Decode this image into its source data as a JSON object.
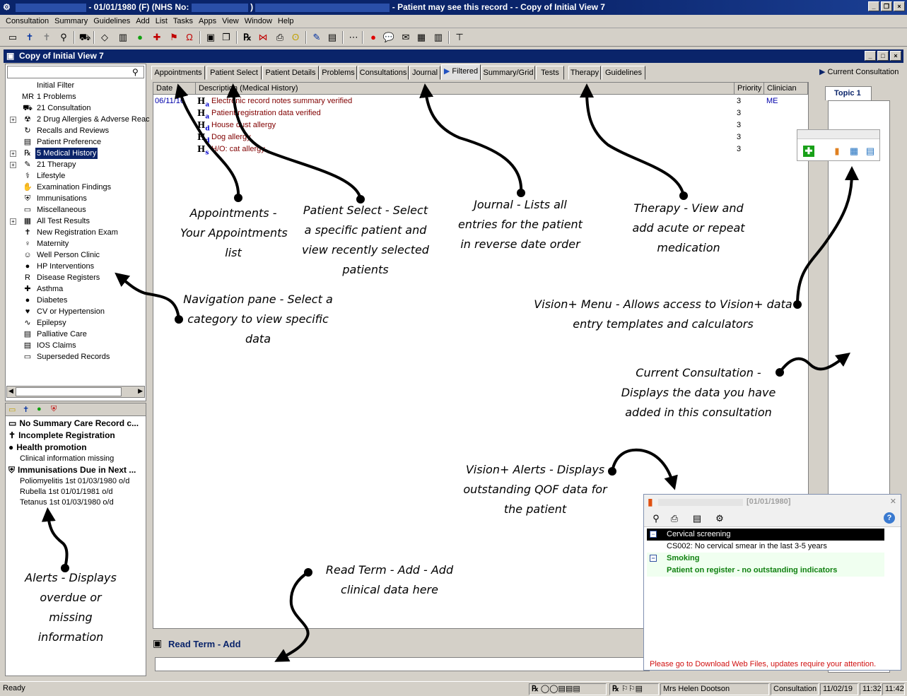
{
  "window": {
    "title_prefix": "- 01/01/1980 (F) (NHS No:",
    "title_mid": ")",
    "title_suffix": "- Patient may see this record - - Copy of Initial View 7"
  },
  "menu": [
    "Consultation",
    "Summary",
    "Guidelines",
    "Add",
    "List",
    "Tasks",
    "Apps",
    "View",
    "Window",
    "Help"
  ],
  "child_title": "Copy of Initial View 7",
  "nav_tree": [
    {
      "label": "Initial Filter",
      "icon": "",
      "expand": false,
      "selected": false
    },
    {
      "label": "1 Problems",
      "icon": "MR",
      "expand": false,
      "selected": false
    },
    {
      "label": "21 Consultation",
      "icon": "⛟",
      "expand": false,
      "selected": false
    },
    {
      "label": "2 Drug Allergies & Adverse Reac",
      "icon": "☢",
      "expand": true,
      "selected": false
    },
    {
      "label": "Recalls and Reviews",
      "icon": "↻",
      "expand": false,
      "selected": false
    },
    {
      "label": "Patient Preference",
      "icon": "▤",
      "expand": false,
      "selected": false
    },
    {
      "label": "5 Medical History",
      "icon": "℞",
      "expand": true,
      "selected": true
    },
    {
      "label": "21 Therapy",
      "icon": "✎",
      "expand": true,
      "selected": false
    },
    {
      "label": "Lifestyle",
      "icon": "⚕",
      "expand": false,
      "selected": false
    },
    {
      "label": "Examination Findings",
      "icon": "✋",
      "expand": false,
      "selected": false
    },
    {
      "label": "Immunisations",
      "icon": "⛨",
      "expand": false,
      "selected": false
    },
    {
      "label": "Miscellaneous",
      "icon": "▭",
      "expand": false,
      "selected": false
    },
    {
      "label": "All Test Results",
      "icon": "▦",
      "expand": true,
      "selected": false
    },
    {
      "label": "New Registration Exam",
      "icon": "✝",
      "expand": false,
      "selected": false
    },
    {
      "label": "Maternity",
      "icon": "♀",
      "expand": false,
      "selected": false
    },
    {
      "label": "Well Person Clinic",
      "icon": "☺",
      "expand": false,
      "selected": false
    },
    {
      "label": "HP Interventions",
      "icon": "●",
      "expand": false,
      "selected": false
    },
    {
      "label": "Disease Registers",
      "icon": "R",
      "expand": false,
      "selected": false
    },
    {
      "label": "Asthma",
      "icon": "✚",
      "expand": false,
      "selected": false
    },
    {
      "label": "Diabetes",
      "icon": "●",
      "expand": false,
      "selected": false
    },
    {
      "label": "CV or Hypertension",
      "icon": "♥",
      "expand": false,
      "selected": false
    },
    {
      "label": "Epilepsy",
      "icon": "∿",
      "expand": false,
      "selected": false
    },
    {
      "label": "Palliative Care",
      "icon": "▤",
      "expand": false,
      "selected": false
    },
    {
      "label": "IOS Claims",
      "icon": "▤",
      "expand": false,
      "selected": false
    },
    {
      "label": "Superseded Records",
      "icon": "▭",
      "expand": false,
      "selected": false
    }
  ],
  "alerts_lines": [
    {
      "text": "No Summary Care Record c...",
      "bold": true,
      "icon": "▭"
    },
    {
      "text": "Incomplete Registration",
      "bold": true,
      "icon": "✝"
    },
    {
      "text": "Health promotion",
      "bold": true,
      "icon": "●"
    },
    {
      "text": "Clinical information missing",
      "bold": false,
      "icon": ""
    },
    {
      "text": "Immunisations Due in Next ...",
      "bold": true,
      "icon": "⛨"
    },
    {
      "text": "Poliomyelitis 1st 01/03/1980  o/d",
      "bold": false,
      "icon": ""
    },
    {
      "text": "Rubella 1st 01/01/1981  o/d",
      "bold": false,
      "icon": ""
    },
    {
      "text": "Tetanus 1st 01/03/1980  o/d",
      "bold": false,
      "icon": ""
    }
  ],
  "tabs": [
    "Appointments",
    "Patient Select",
    "Patient Details",
    "Problems",
    "Consultations",
    "Journal",
    "Filtered",
    "Summary/Grid",
    "Tests",
    "Therapy",
    "Guidelines"
  ],
  "grid": {
    "headers": [
      "Date",
      "Description (Medical History)",
      "Priority",
      "Clinician"
    ],
    "rows": [
      {
        "date": "06/11/16",
        "code": "H",
        "sub": "a",
        "desc": "Electronic record notes summary verified",
        "priority": "3",
        "clinician": "ME"
      },
      {
        "date": "",
        "code": "H",
        "sub": "a",
        "desc": "Patient registration data verified",
        "priority": "3",
        "clinician": ""
      },
      {
        "date": "",
        "code": "H",
        "sub": "d",
        "desc": "House dust allergy",
        "priority": "3",
        "clinician": ""
      },
      {
        "date": "",
        "code": "H",
        "sub": "d",
        "desc": "Dog allergy",
        "priority": "3",
        "clinician": ""
      },
      {
        "date": "",
        "code": "H",
        "sub": "s",
        "desc": "H/O: cat allergy",
        "priority": "3",
        "clinician": ""
      }
    ]
  },
  "read_term": {
    "label": "Read Term - Add",
    "value": ""
  },
  "right_pane": {
    "title": "Current Consultation",
    "topic_tab": "Topic 1"
  },
  "alerts_window": {
    "date": "[01/01/1980]",
    "rows": [
      {
        "text": "Cervical screening",
        "style": "header",
        "toggle": "−"
      },
      {
        "text": "CS002: No cervical smear in the last 3-5 years",
        "style": "item",
        "toggle": ""
      },
      {
        "text": "Smoking",
        "style": "green",
        "toggle": "−"
      },
      {
        "text": "Patient on register - no outstanding indicators",
        "style": "green",
        "toggle": ""
      }
    ],
    "message": "Please go to Download Web Files, updates require your attention."
  },
  "status": {
    "ready": "Ready",
    "user": "Mrs Helen Dootson",
    "mode": "Consultation",
    "date": "11/02/19",
    "time1": "11:32",
    "time2": "11:42"
  },
  "annotations": {
    "appointments": [
      "Appointments -",
      "Your Appointments",
      "list"
    ],
    "patient_select": [
      "Patient Select - Select",
      "a specific patient and",
      "view recently selected",
      "patients"
    ],
    "journal": [
      "Journal - Lists all",
      "entries for the patient",
      "in reverse date order"
    ],
    "therapy": [
      "Therapy - View and",
      "add acute or repeat",
      "medication"
    ],
    "navigation": [
      "Navigation pane - Select a",
      "category to view specific",
      "data"
    ],
    "vision_menu": [
      "Vision+ Menu - Allows access to Vision+ data",
      "entry templates and calculators"
    ],
    "current_consultation": [
      "Current Consultation -",
      "Displays the data you have",
      "added in this consultation"
    ],
    "vision_alerts": [
      "Vision+ Alerts - Displays",
      "outstanding QOF data for",
      "the patient"
    ],
    "read_term": [
      "Read Term - Add - Add",
      "clinical data here"
    ],
    "alerts": [
      "Alerts - Displays",
      "overdue or",
      "missing",
      "information"
    ]
  }
}
